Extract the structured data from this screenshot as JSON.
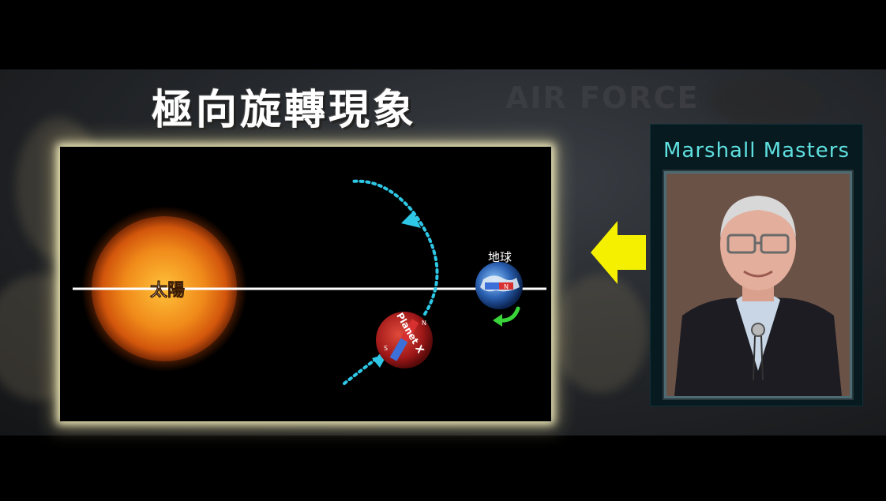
{
  "slide": {
    "title": "極向旋轉現象",
    "background_text": "AIR FORCE"
  },
  "diagram": {
    "sun_label": "太陽",
    "earth_label": "地球",
    "planet_label": "Planet X",
    "pole_labels": {
      "north": "N",
      "south": "S"
    }
  },
  "speaker": {
    "name": "Marshall Masters"
  },
  "colors": {
    "arrow": "#f5f000",
    "orbit_path": "#2ec8e6",
    "rotation_arrow": "#39d43a",
    "panel_glow": "#fff6c8",
    "name_text": "#5fe0e0"
  }
}
